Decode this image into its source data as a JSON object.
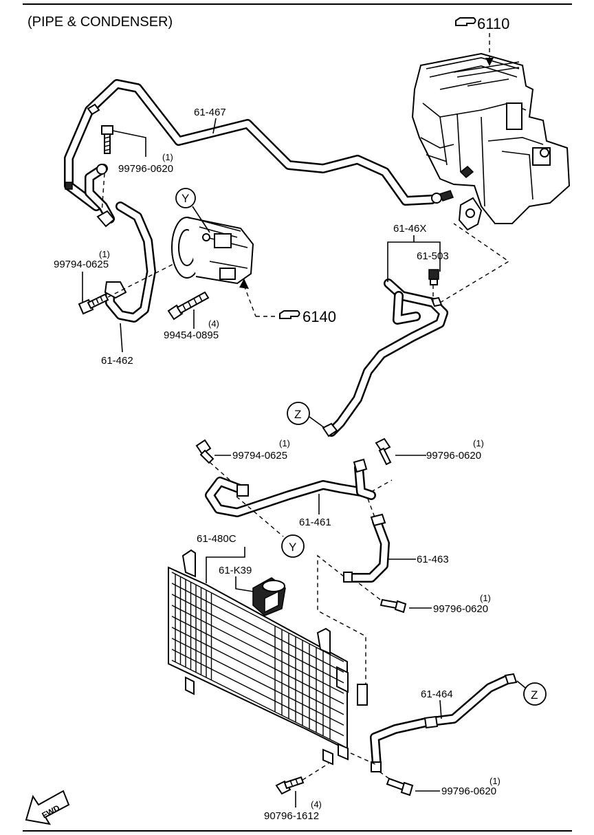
{
  "title": "(PIPE & CONDENSER)",
  "references": {
    "ref_6110": "6110",
    "ref_6140": "6140"
  },
  "callouts": {
    "y": "Y",
    "z": "Z"
  },
  "parts": {
    "p61_467": "61-467",
    "p61_462": "61-462",
    "p61_46X": "61-46X",
    "p61_503": "61-503",
    "p61_461": "61-461",
    "p61_463": "61-463",
    "p61_480C": "61-480C",
    "p61_K39": "61-K39",
    "p61_464": "61-464"
  },
  "fasteners": {
    "f1_code": "99796-0620",
    "f1_qty": "(1)",
    "f2_code": "99794-0625",
    "f2_qty": "(1)",
    "f3_code": "99454-0895",
    "f3_qty": "(4)",
    "f4_code": "99794-0625",
    "f4_qty": "(1)",
    "f5_code": "99796-0620",
    "f5_qty": "(1)",
    "f6_code": "99796-0620",
    "f6_qty": "(1)",
    "f7_code": "99796-0620",
    "f7_qty": "(1)",
    "f8_code": "90796-1612",
    "f8_qty": "(4)"
  },
  "fwd_label": "FWD"
}
